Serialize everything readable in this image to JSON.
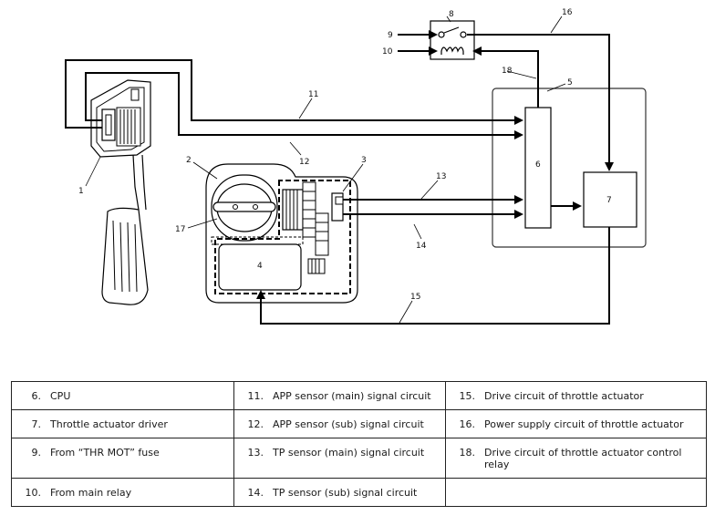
{
  "diagram": {
    "callouts": [
      "1",
      "2",
      "3",
      "4",
      "5",
      "6",
      "7",
      "8",
      "9",
      "10",
      "11",
      "12",
      "13",
      "14",
      "15",
      "16",
      "17",
      "18"
    ]
  },
  "legend": {
    "rows": [
      [
        {
          "num": "6.",
          "text": "CPU"
        },
        {
          "num": "11.",
          "text": "APP sensor (main) signal circuit"
        },
        {
          "num": "15.",
          "text": "Drive circuit of throttle actuator"
        }
      ],
      [
        {
          "num": "7.",
          "text": "Throttle actuator driver"
        },
        {
          "num": "12.",
          "text": "APP sensor (sub) signal circuit"
        },
        {
          "num": "16.",
          "text": "Power supply circuit of throttle actuator"
        }
      ],
      [
        {
          "num": "9.",
          "text": "From “THR MOT” fuse"
        },
        {
          "num": "13.",
          "text": "TP sensor (main) signal circuit"
        },
        {
          "num": "18.",
          "text": "Drive circuit of throttle actuator control relay"
        }
      ],
      [
        {
          "num": "10.",
          "text": "From main relay"
        },
        {
          "num": "14.",
          "text": "TP sensor (sub) signal circuit"
        },
        {
          "num": "",
          "text": ""
        }
      ]
    ]
  }
}
